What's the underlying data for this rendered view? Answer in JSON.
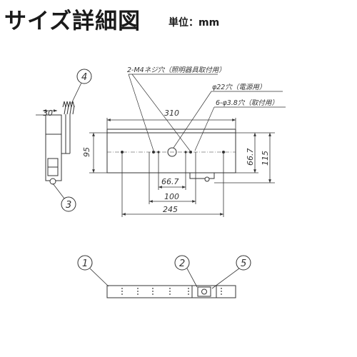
{
  "header": {
    "title": "サイズ詳細図",
    "unit": "単位：mm"
  },
  "callouts": {
    "c1": "1",
    "c2": "2",
    "c3": "3",
    "c4": "4",
    "c5": "5"
  },
  "notes": {
    "m4_holes": "2-M4ネジ穴（照明器具取付用）",
    "power_hole": "φ22穴（電源用）",
    "mount_holes": "6-φ3.8穴（取付用）"
  },
  "dimensions": {
    "width_310": "310",
    "depth_30": "30",
    "height_95": "95",
    "height_115": "115",
    "pitch_66_7_v": "66.7",
    "pitch_66_7_h": "66.7",
    "pitch_100": "100",
    "pitch_245": "245"
  }
}
